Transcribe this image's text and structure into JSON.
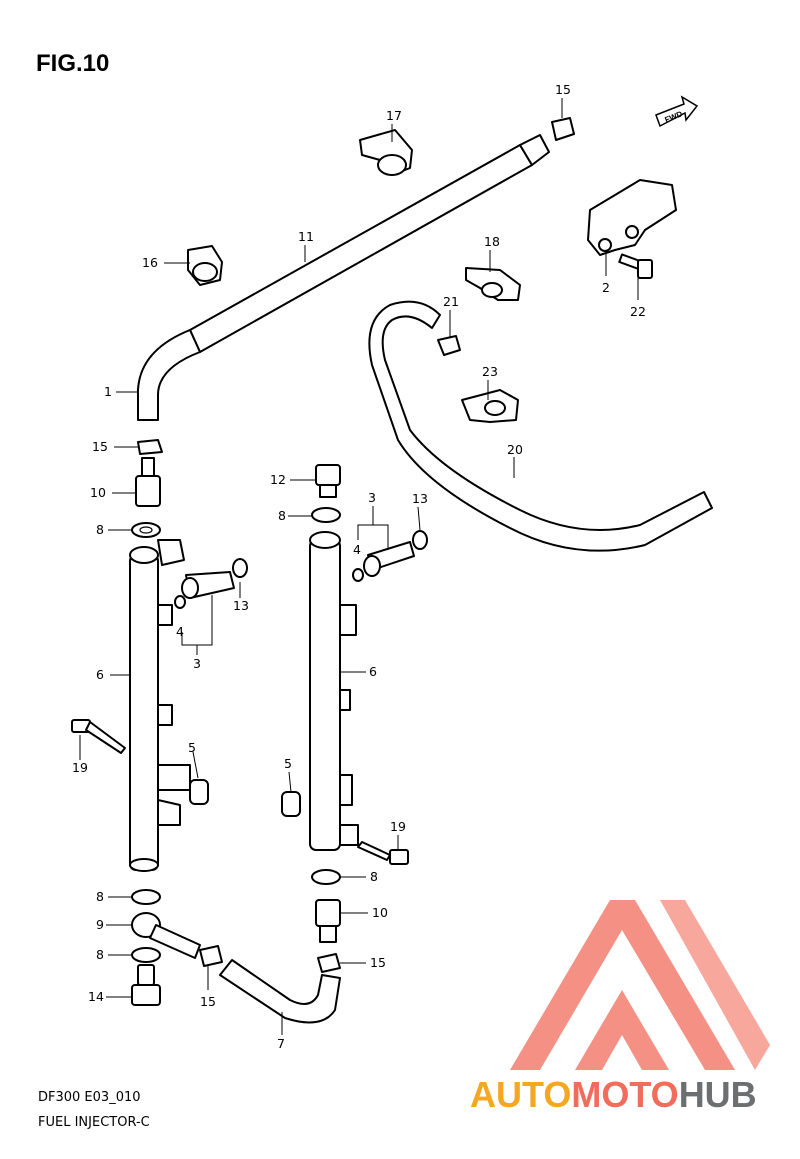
{
  "figure": {
    "title": "FIG.10"
  },
  "footer": {
    "code": "DF300 E03_010",
    "name": "FUEL INJECTOR-C"
  },
  "orientation_tag": "FWD",
  "watermark": {
    "brand_part1": "AUTO",
    "brand_part2": "MOTO",
    "brand_part3": "HUB",
    "color_main": "#f26b5b",
    "color_accent": "#f5a623",
    "color_dark": "#6d6e70"
  },
  "callouts": {
    "c1": "1",
    "c2": "2",
    "c3a": "3",
    "c3b": "3",
    "c4a": "4",
    "c4b": "4",
    "c5a": "5",
    "c5b": "5",
    "c6a": "6",
    "c6b": "6",
    "c7": "7",
    "c8a": "8",
    "c8b": "8",
    "c8c": "8",
    "c8d": "8",
    "c8e": "8",
    "c9": "9",
    "c10a": "10",
    "c10b": "10",
    "c11": "11",
    "c12": "12",
    "c13a": "13",
    "c13b": "13",
    "c14": "14",
    "c15a": "15",
    "c15b": "15",
    "c15c": "15",
    "c15d": "15",
    "c16": "16",
    "c17": "17",
    "c18": "18",
    "c19a": "19",
    "c19b": "19",
    "c20": "20",
    "c21": "21",
    "c22": "22",
    "c23": "23"
  }
}
